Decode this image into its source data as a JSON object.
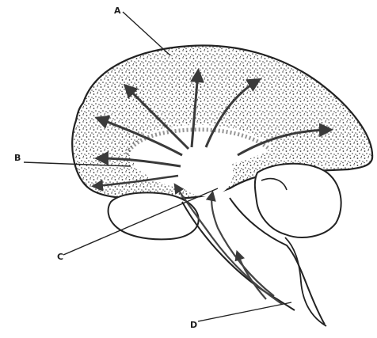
{
  "labels": {
    "a": "A",
    "b": "B",
    "c": "C",
    "d": "D"
  },
  "colors": {
    "ink": "#2a2a2a",
    "paper": "#ffffff",
    "stipple": "#3a3a3a"
  }
}
